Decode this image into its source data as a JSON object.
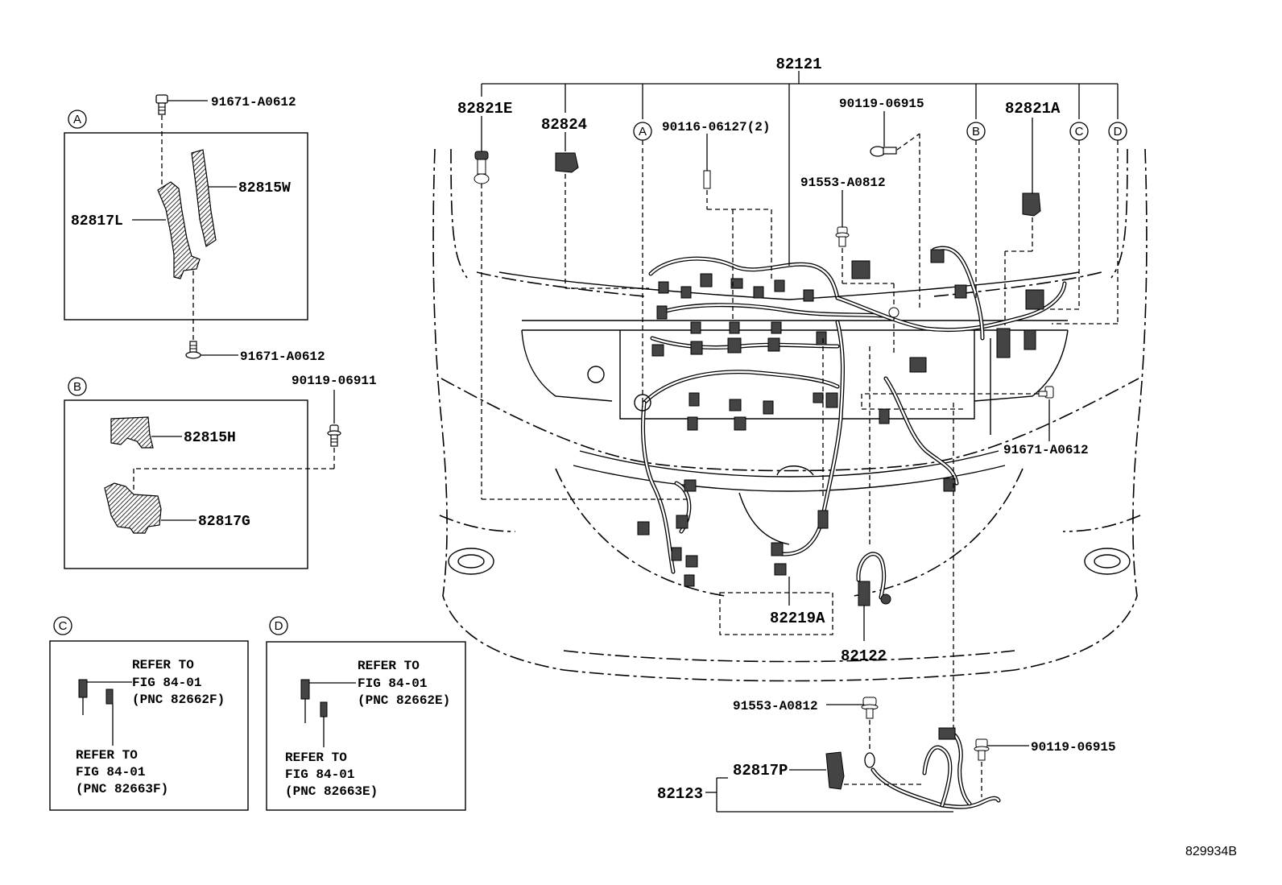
{
  "diagram": {
    "main_harness": "82121",
    "part_numbers": {
      "p82821E": "82821E",
      "p82824": "82824",
      "p90116": "90116-06127(2)",
      "p90119_top": "90119-06915",
      "p91553_top": "91553-A0812",
      "p82821A": "82821A",
      "p91671_right": "91671-A0612",
      "p82219A": "82219A",
      "p82122": "82122",
      "p91553_bottom": "91553-A0812",
      "p90119_bottom": "90119-06915",
      "p82817P": "82817P",
      "p82123": "82123"
    },
    "callouts": {
      "A": "A",
      "B": "B",
      "C": "C",
      "D": "D"
    },
    "detail_a": {
      "bolt_top": "91671-A0612",
      "bracket_w": "82815W",
      "bracket_l": "82817L",
      "bolt_bottom": "91671-A0612"
    },
    "detail_b": {
      "bolt": "90119-06911",
      "bracket_h": "82815H",
      "bracket_g": "82817G"
    },
    "detail_c": {
      "ref1": [
        "REFER TO",
        "FIG 84-01",
        "(PNC 82662F)"
      ],
      "ref2": [
        "REFER TO",
        "FIG 84-01",
        "(PNC 82663F)"
      ]
    },
    "detail_d": {
      "ref1": [
        "REFER TO",
        "FIG 84-01",
        "(PNC 82662E)"
      ],
      "ref2": [
        "REFER TO",
        "FIG 84-01",
        "(PNC 82663E)"
      ]
    },
    "figure_id": "829934B"
  }
}
